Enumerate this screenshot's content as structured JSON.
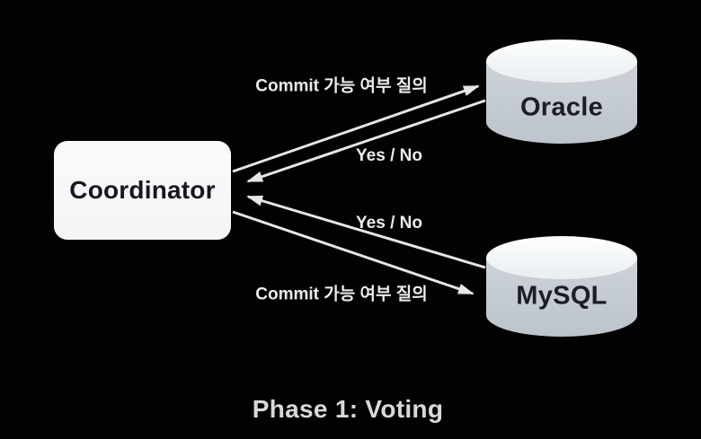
{
  "caption": "Phase 1: Voting",
  "nodes": {
    "coordinator": {
      "label": "Coordinator"
    },
    "oracle": {
      "label": "Oracle"
    },
    "mysql": {
      "label": "MySQL"
    }
  },
  "edges": {
    "oracle_request": {
      "label": "Commit 가능 여부 질의",
      "from": "Coordinator",
      "to": "Oracle"
    },
    "oracle_response": {
      "label": "Yes / No",
      "from": "Oracle",
      "to": "Coordinator"
    },
    "mysql_response": {
      "label": "Yes / No",
      "from": "MySQL",
      "to": "Coordinator"
    },
    "mysql_request": {
      "label": "Commit 가능 여부 질의",
      "from": "Coordinator",
      "to": "MySQL"
    }
  },
  "colors": {
    "background": "#020202",
    "node_fill": "#f6f7f8",
    "node_text": "#16181c",
    "cylinder_body": "#c3cad1",
    "cylinder_top": "#f1f5f7",
    "arrow": "#e6e6e6",
    "edge_label_text": "#ececec",
    "caption_text": "#d9d9d9"
  }
}
